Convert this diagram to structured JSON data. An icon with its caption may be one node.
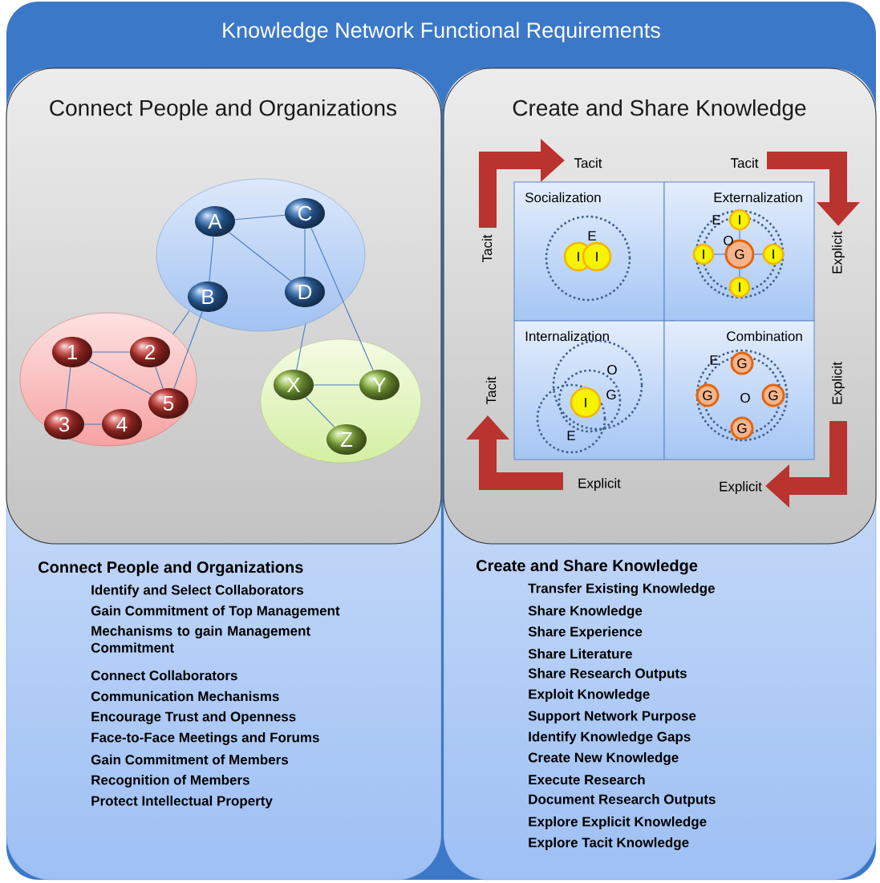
{
  "diagram": {
    "title": "Knowledge Network Functional Requirements",
    "nodes": [
      {
        "text": [],
        "shape": "box"
      },
      {
        "text": [
          "Connect People and Organizations",
          "Identify and Select Collaborators",
          "Gain Commitment of Top Management",
          "Mechanisms to gain Management Commitment",
          "Connect Collaborators",
          "Communication Mechanisms",
          "Encourage Trust and Openness",
          "Face-to-Face Meetings and Forums",
          "Gain Commitment of Members",
          "Recognition of Members",
          "Protect Intellectual Property"
        ],
        "in": 0
      },
      {
        "text": [
          "Connect People and Organizations"
        ],
        "in": 1
      },
      {
        "text": [],
        "shape": "ellipse",
        "in": 2
      },
      {
        "text": [
          "A"
        ],
        "in": 3
      },
      {
        "text": [
          "B"
        ],
        "in": 3
      },
      {
        "text": [
          "C"
        ],
        "in": 3
      },
      {
        "text": [
          "D"
        ],
        "in": 3
      },
      {
        "text": [],
        "shape": "ellipse",
        "in": 2
      },
      {
        "text": [
          "1"
        ],
        "in": 8
      },
      {
        "text": [
          "2"
        ],
        "in": 8
      },
      {
        "text": [
          "3"
        ],
        "in": 8
      },
      {
        "text": [
          "4"
        ],
        "in": 8
      },
      {
        "text": [
          "5"
        ],
        "in": 8
      },
      {
        "text": [],
        "shape": "ellipse",
        "in": 2
      },
      {
        "text": [
          "X"
        ],
        "in": 14
      },
      {
        "text": [
          "Y"
        ],
        "in": 14
      },
      {
        "text": [
          "Z"
        ],
        "in": 14
      },
      {
        "text": [
          "Create and Share Knowledge",
          "Transfer Existing Knowledge",
          "Share Knowledge",
          "Share Experience",
          "Share Literature",
          "Share Research Outputs",
          "Exploit Knowledge",
          "Support Network Purpose",
          "Identify Knowledge Gaps",
          "Create New Knowledge",
          "Execute Research",
          "Document Research Outputs",
          "Explore Explicit Knowledge",
          "Explore Tacit Knowledge"
        ],
        "in": 0
      },
      {
        "text": [
          "Create and Share Knowledge"
        ],
        "in": 18
      },
      {
        "text": [
          "Socialization"
        ],
        "in": 19
      },
      {
        "text": [
          "I"
        ],
        "in": 20
      },
      {
        "text": [
          "I"
        ],
        "in": 20
      },
      {
        "text": [
          "Externalization"
        ],
        "in": 19
      },
      {
        "text": [
          "G"
        ],
        "in": 23
      },
      {
        "text": [
          "I"
        ],
        "in": 23
      },
      {
        "text": [
          "I"
        ],
        "in": 23
      },
      {
        "text": [
          "I"
        ],
        "in": 23
      },
      {
        "text": [
          "I"
        ],
        "in": 23
      },
      {
        "text": [
          "Internalization"
        ],
        "in": 19
      },
      {
        "text": [
          "I"
        ],
        "in": 29
      },
      {
        "text": [
          "Combination"
        ],
        "in": 19
      },
      {
        "text": [
          "G"
        ],
        "in": 31
      },
      {
        "text": [
          "G"
        ],
        "in": 31
      },
      {
        "text": [
          "G"
        ],
        "in": 31
      },
      {
        "text": [
          "G"
        ],
        "in": 31
      }
    ],
    "edges": [
      {
        "from": 4,
        "to": 6,
        "arrow": "none"
      },
      {
        "from": 4,
        "to": 5,
        "arrow": "none"
      },
      {
        "from": 4,
        "to": 7,
        "arrow": "none"
      },
      {
        "from": 6,
        "to": 7,
        "arrow": "none"
      },
      {
        "from": 6,
        "to": 16,
        "arrow": "none"
      },
      {
        "from": 3,
        "to": 8,
        "arrow": "none"
      },
      {
        "from": 5,
        "to": 13,
        "arrow": "none"
      },
      {
        "from": 3,
        "to": 15,
        "arrow": "none"
      },
      {
        "from": 9,
        "to": 10,
        "arrow": "none"
      },
      {
        "from": 9,
        "to": 13,
        "arrow": "none"
      },
      {
        "from": 10,
        "to": 13,
        "arrow": "none"
      },
      {
        "from": 9,
        "to": 11,
        "arrow": "none"
      },
      {
        "from": 11,
        "to": 12,
        "arrow": "none"
      },
      {
        "from": 15,
        "to": 16,
        "arrow": "none"
      },
      {
        "from": 15,
        "to": 17,
        "arrow": "none"
      },
      {
        "from": 24,
        "to": 25,
        "arrow": "none"
      },
      {
        "from": 24,
        "to": 26,
        "arrow": "none"
      },
      {
        "from": 24,
        "to": 27,
        "arrow": "none"
      },
      {
        "from": 24,
        "to": 28,
        "arrow": "none"
      }
    ],
    "labels": [
      "Tacit",
      "Tacit",
      "Tacit",
      "E",
      "E",
      "O",
      "Explicit",
      "O",
      "G",
      "E",
      "E",
      "O",
      "Tacit",
      "Explicit",
      "Explicit",
      "Explicit"
    ]
  }
}
